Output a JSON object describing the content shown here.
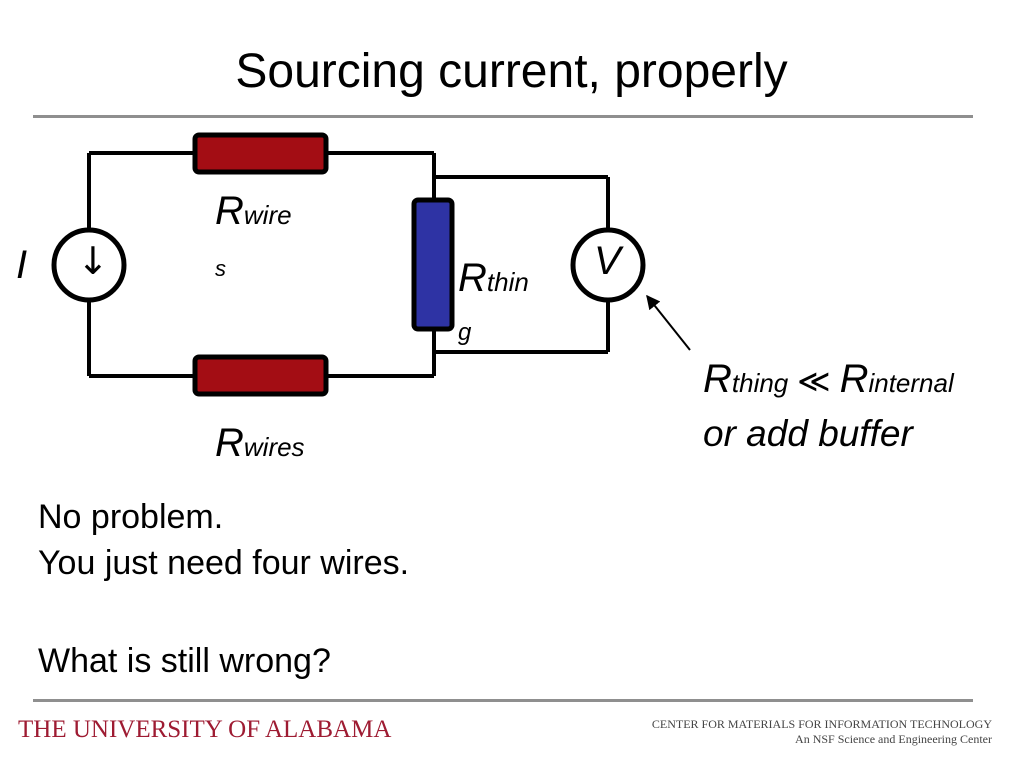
{
  "slide": {
    "title": "Sourcing current, properly"
  },
  "diagram": {
    "current_source_label": "I",
    "current_source_arrow": "↓",
    "voltmeter_label": "V",
    "r_wires_top": {
      "main": "R",
      "sub_line1": "wire",
      "sub_line2": "s"
    },
    "r_thing": {
      "main": "R",
      "sub_line1": "thin",
      "sub_line2": "g"
    },
    "r_wires_bottom": {
      "main": "R",
      "sub": "wires"
    },
    "annotation": {
      "main1": "R",
      "sub1": "thing",
      "relation": " ≪ ",
      "main2": "R",
      "sub2": "internal",
      "line2": "or add buffer"
    },
    "colors": {
      "wire_resistor": "#a30d14",
      "thing_resistor": "#2e33a4",
      "line": "#000000"
    }
  },
  "body": {
    "line1": "No problem.",
    "line2": "You just need four wires.",
    "line3": "What is still wrong?"
  },
  "footer": {
    "university": "THE UNIVERSITY OF ALABAMA",
    "center_line1": "CENTER FOR MATERIALS FOR INFORMATION TECHNOLOGY",
    "center_line2": "An NSF Science and Engineering Center"
  }
}
